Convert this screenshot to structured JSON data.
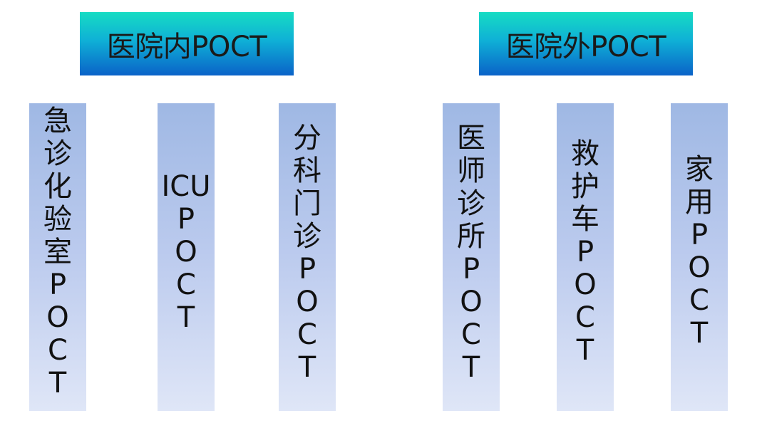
{
  "headers": [
    {
      "label": "医院内POCT"
    },
    {
      "label": "医院外POCT"
    }
  ],
  "columns": [
    {
      "label": "急诊化验室POCT",
      "chars": [
        "急",
        "诊",
        "化",
        "验",
        "室",
        "P",
        "O",
        "C",
        "T"
      ]
    },
    {
      "label": "ICUPOCT",
      "chars": [
        "ICU",
        "P",
        "O",
        "C",
        "T"
      ]
    },
    {
      "label": "分科门诊POCT",
      "chars": [
        "分",
        "科",
        "门",
        "诊",
        "P",
        "O",
        "C",
        "T"
      ]
    },
    {
      "label": "医师诊所POCT",
      "chars": [
        "医",
        "师",
        "诊",
        "所",
        "P",
        "O",
        "C",
        "T"
      ]
    },
    {
      "label": "救护车POCT",
      "chars": [
        "救",
        "护",
        "车",
        "P",
        "O",
        "C",
        "T"
      ]
    },
    {
      "label": "家用POCT",
      "chars": [
        "家",
        "用",
        "P",
        "O",
        "C",
        "T"
      ]
    }
  ],
  "colors": {
    "header_top": "#16dcc3",
    "header_bottom": "#0a62c8",
    "column_top": "#9fb8e4",
    "column_bottom": "#dfe6f7"
  }
}
